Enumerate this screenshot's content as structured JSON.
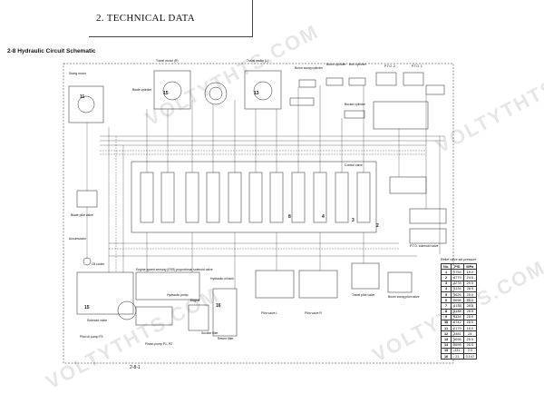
{
  "header": {
    "title": "2. TECHNICAL DATA"
  },
  "section": {
    "title": "2-8  Hydraulic Circuit Schematic"
  },
  "page_number": "2-8-1",
  "watermark": "VOLTYTHTS.COM",
  "labels": {
    "swing_motor": "Swing motor",
    "travel_motor_r": "Travel motor (R)",
    "travel_motor_l": "Travel motor (L)",
    "boom_swing_cyl": "Boom swing cylinder",
    "boom_cyl": "Boom cylinder",
    "arm_cyl": "Arm cylinder",
    "pto2": "P.T.O. 2",
    "pto1": "P.T.O. 1",
    "bucket_cyl": "Bucket cylinder",
    "dozer_cyl": "Blade cylinder",
    "control_valve": "Control valve",
    "blade_pilot": "Blade pilot valve",
    "accumulator": "Accumulator",
    "oil_cooler": "Oil cooler",
    "pilot_left": "Pilot valve L",
    "pilot_right": "Pilot valve R",
    "travel_pilot": "Travel pilot valve",
    "boom_swing_pilot": "Boom swing pilot valve",
    "solenoid_valve": "Solenoid valve",
    "hydraulic_tank": "Hydraulic oil tank",
    "engine": "Engine",
    "hyd_pump": "Hydraulic pump",
    "engine_speed": "Engine speed sensing (ESS) proportional solenoid valve",
    "pilot_pump": "Pilot oil pump P3",
    "piston_pump": "Piston pump P1, P2",
    "suction_filter": "Suction filter",
    "return_filter": "Return filter",
    "pto_solenoid": "P.T.O. solenoid valve"
  },
  "relief_table": {
    "title": "Relief valve set pressure",
    "headers": [
      "No.",
      "PSI",
      "MPa"
    ],
    "rows": [
      [
        "1",
        "2755",
        "19.0"
      ],
      [
        "2",
        "4779",
        "24.5"
      ],
      [
        "3",
        "4278",
        "29.5"
      ],
      [
        "4",
        "4134",
        "28.5"
      ],
      [
        "5",
        "3626",
        "25.0"
      ],
      [
        "6",
        "3698",
        "25.5"
      ],
      [
        "7",
        "4133",
        "28.5"
      ],
      [
        "8",
        "4134",
        "28.5"
      ],
      [
        "9",
        "4134",
        "28.5"
      ],
      [
        "10",
        "4742",
        "28.5"
      ],
      [
        "11",
        "2179",
        "15.0"
      ],
      [
        "12",
        "3481",
        "24"
      ],
      [
        "13",
        "3698",
        "25.5"
      ],
      [
        "14",
        "3698",
        "25.5"
      ],
      [
        "15",
        "431",
        "2.0"
      ],
      [
        "16",
        "21",
        "0.147"
      ]
    ]
  }
}
